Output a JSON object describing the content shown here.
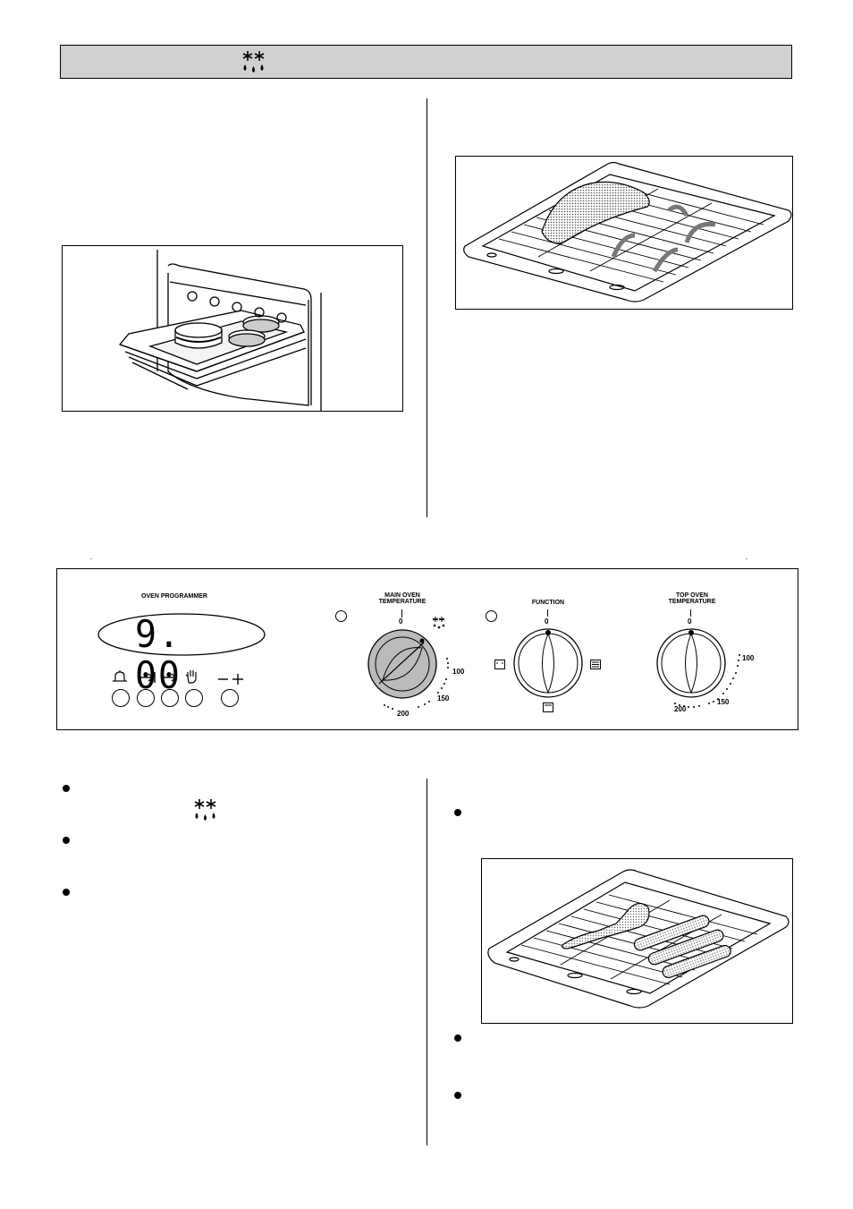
{
  "panel": {
    "programmer_label": "OVEN PROGRAMMER",
    "display_time": "9. 00",
    "programmer_icons": [
      "bell-icon",
      "cook-time-icon",
      "end-time-icon",
      "manual-hand-icon",
      "minus-plus-icon"
    ],
    "programmer_buttons": 5,
    "main_oven": {
      "label_line1": "MAIN OVEN",
      "label_line2": "TEMPERATURE",
      "zero": "0",
      "t100": "100",
      "t150": "150",
      "t200": "200",
      "defrost_icon": "defrost-icon"
    },
    "function": {
      "label": "FUNCTION",
      "zero": "0"
    },
    "top_oven": {
      "label_line1": "TOP OVEN",
      "label_line2": "TEMPERATURE",
      "zero": "0",
      "t100": "100",
      "t150": "150",
      "t200": "200"
    }
  },
  "icons": {
    "header": "defrost-icon",
    "bullet_text": "defrost-icon"
  }
}
